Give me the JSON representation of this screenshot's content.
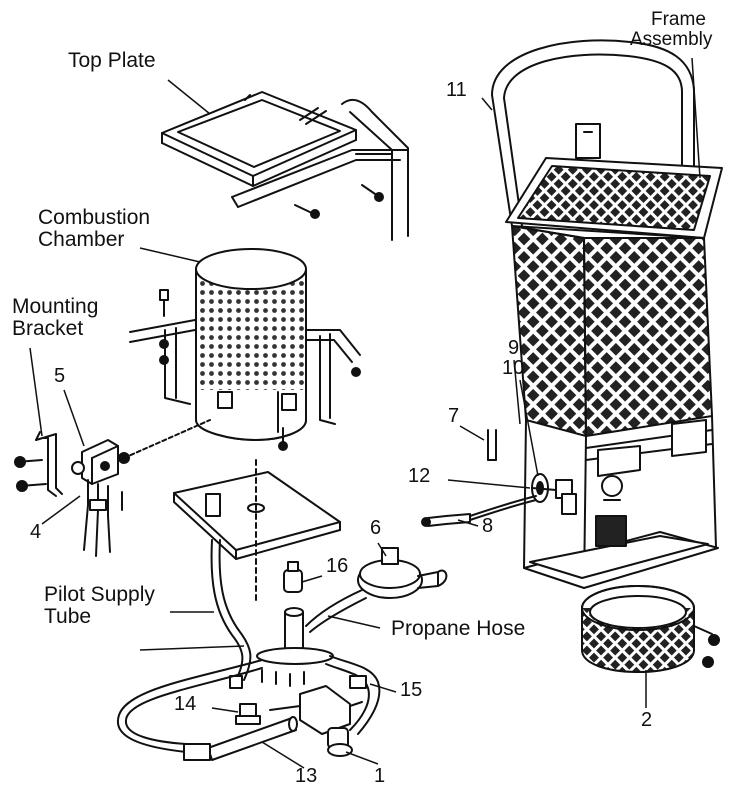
{
  "labels": {
    "top_plate": "Top Plate",
    "frame_assembly_line1": "Frame",
    "frame_assembly_line2": "Assembly",
    "combustion_chamber_line1": "Combustion",
    "combustion_chamber_line2": "Chamber",
    "mounting_bracket_line1": "Mounting",
    "mounting_bracket_line2": "Bracket",
    "pilot_supply_tube_line1": "Pilot Supply",
    "pilot_supply_tube_line2": "Tube",
    "propane_hose": "Propane Hose"
  },
  "part_numbers": {
    "p1": "1",
    "p2": "2",
    "p4": "4",
    "p5": "5",
    "p6": "6",
    "p7": "7",
    "p8": "8",
    "p9": "9",
    "p10": "10",
    "p11": "11",
    "p12": "12",
    "p13": "13",
    "p14": "14",
    "p15": "15",
    "p16": "16"
  }
}
